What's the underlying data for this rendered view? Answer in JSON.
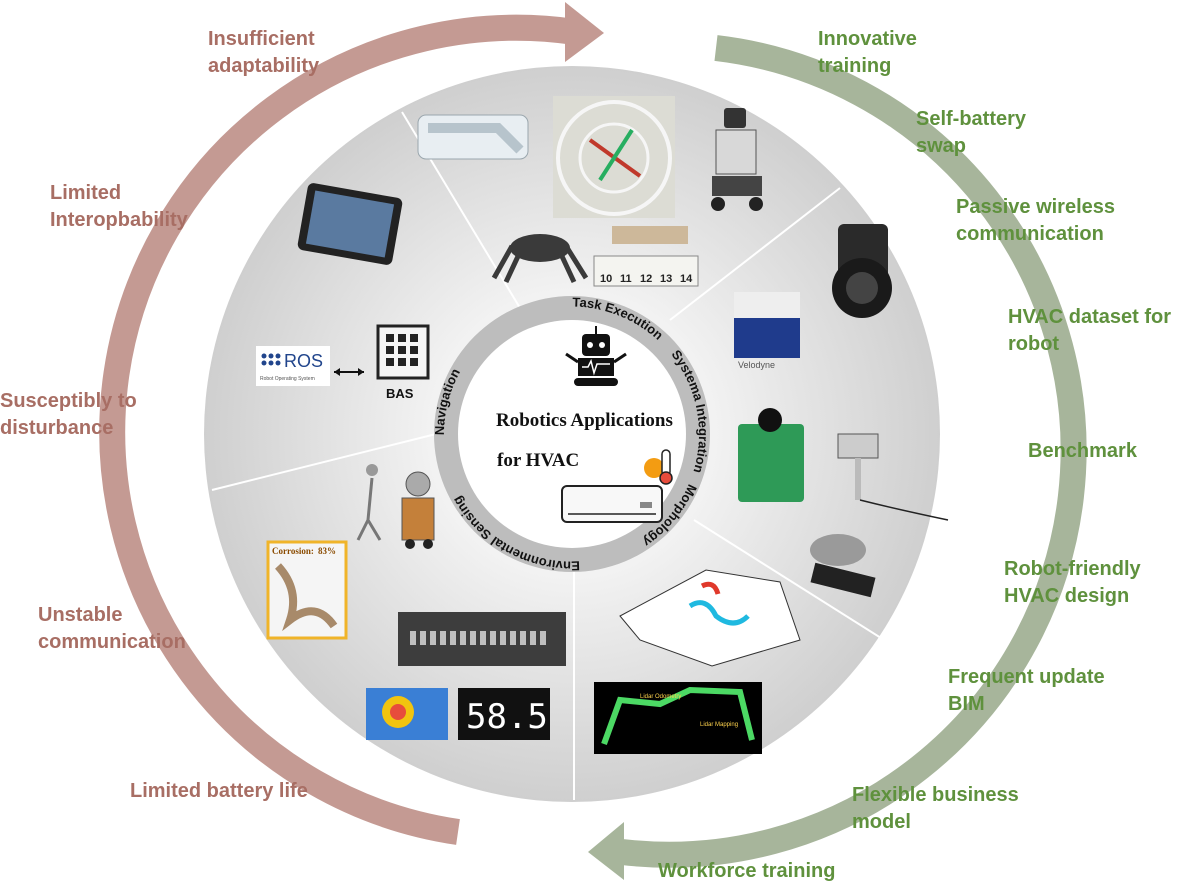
{
  "center": {
    "title_line1": "Robotics Applications",
    "title_line2": "for HVAC"
  },
  "categories": {
    "morphology": "Morphology",
    "environmental_sensing": "Environmental Sensing",
    "navigation": "Navigation",
    "task_execution": "Task Execution",
    "systema_integration": "Systema Integration"
  },
  "challenges": [
    "Insufficient\nadaptability",
    "Limited\nInteropbability",
    "Susceptibly to\ndisturbance",
    "Unstable\ncommunication",
    "Limited battery life"
  ],
  "opportunities": [
    "Innovative\ntraining",
    "Self-battery\nswap",
    "Passive wireless\ncommunication",
    "HVAC dataset for\nrobot",
    "Benchmark",
    "Robot-friendly\nHVAC design",
    "Frequent update\nBIM",
    "Flexible business\nmodel",
    "Workforce training"
  ],
  "image_labels": {
    "ros": "ROS",
    "ros_sub": "Robot Operating System",
    "bas": "BAS",
    "velodyne": "Velodyne",
    "corrosion": "Corrosion:",
    "corrosion_pct": "83%",
    "temp_reading": "58.5",
    "lidar_odometry": "Lidar\nOdometry",
    "lidar_mapping": "Lidar\nMapping",
    "ruler_numbers": [
      "10",
      "11",
      "12",
      "13",
      "14"
    ]
  },
  "colors": {
    "challenge_arrow": "#c49a93",
    "challenge_text": "#a86e64",
    "opportunity_arrow": "#a7b59b",
    "opportunity_text": "#5f913d",
    "disc": "#d9d9d9",
    "ring": "#bdbdbd"
  }
}
